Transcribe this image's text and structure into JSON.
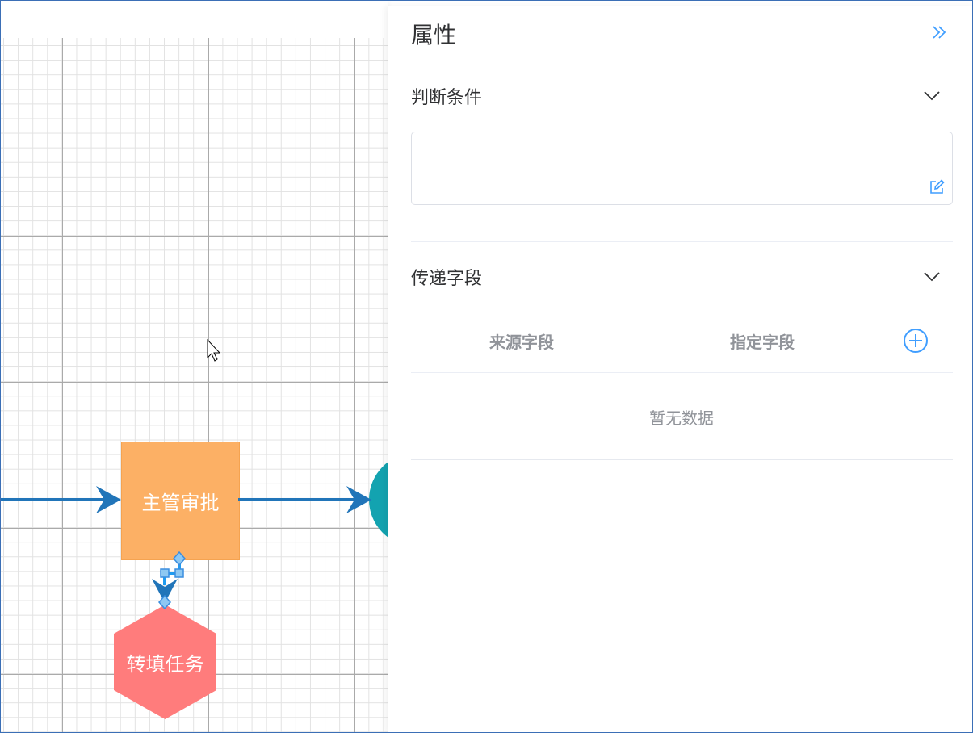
{
  "canvas": {
    "nodes": {
      "approval": "主管审批",
      "hexagon": "转填任务"
    },
    "colors": {
      "approval_fill": "#fcb065",
      "hexagon_fill": "#ff7c7c",
      "circle_fill": "#13a3b0",
      "edge": "#2175b9",
      "selected_edge": "#1e9bf0"
    }
  },
  "panel": {
    "title": "属性",
    "collapse_icon": "double-chevron-right-icon",
    "condition_section": {
      "title": "判断条件",
      "value": ""
    },
    "fields_section": {
      "title": "传递字段",
      "columns": [
        "来源字段",
        "指定字段"
      ],
      "empty_text": "暂无数据"
    },
    "accent_color": "#409eff"
  }
}
